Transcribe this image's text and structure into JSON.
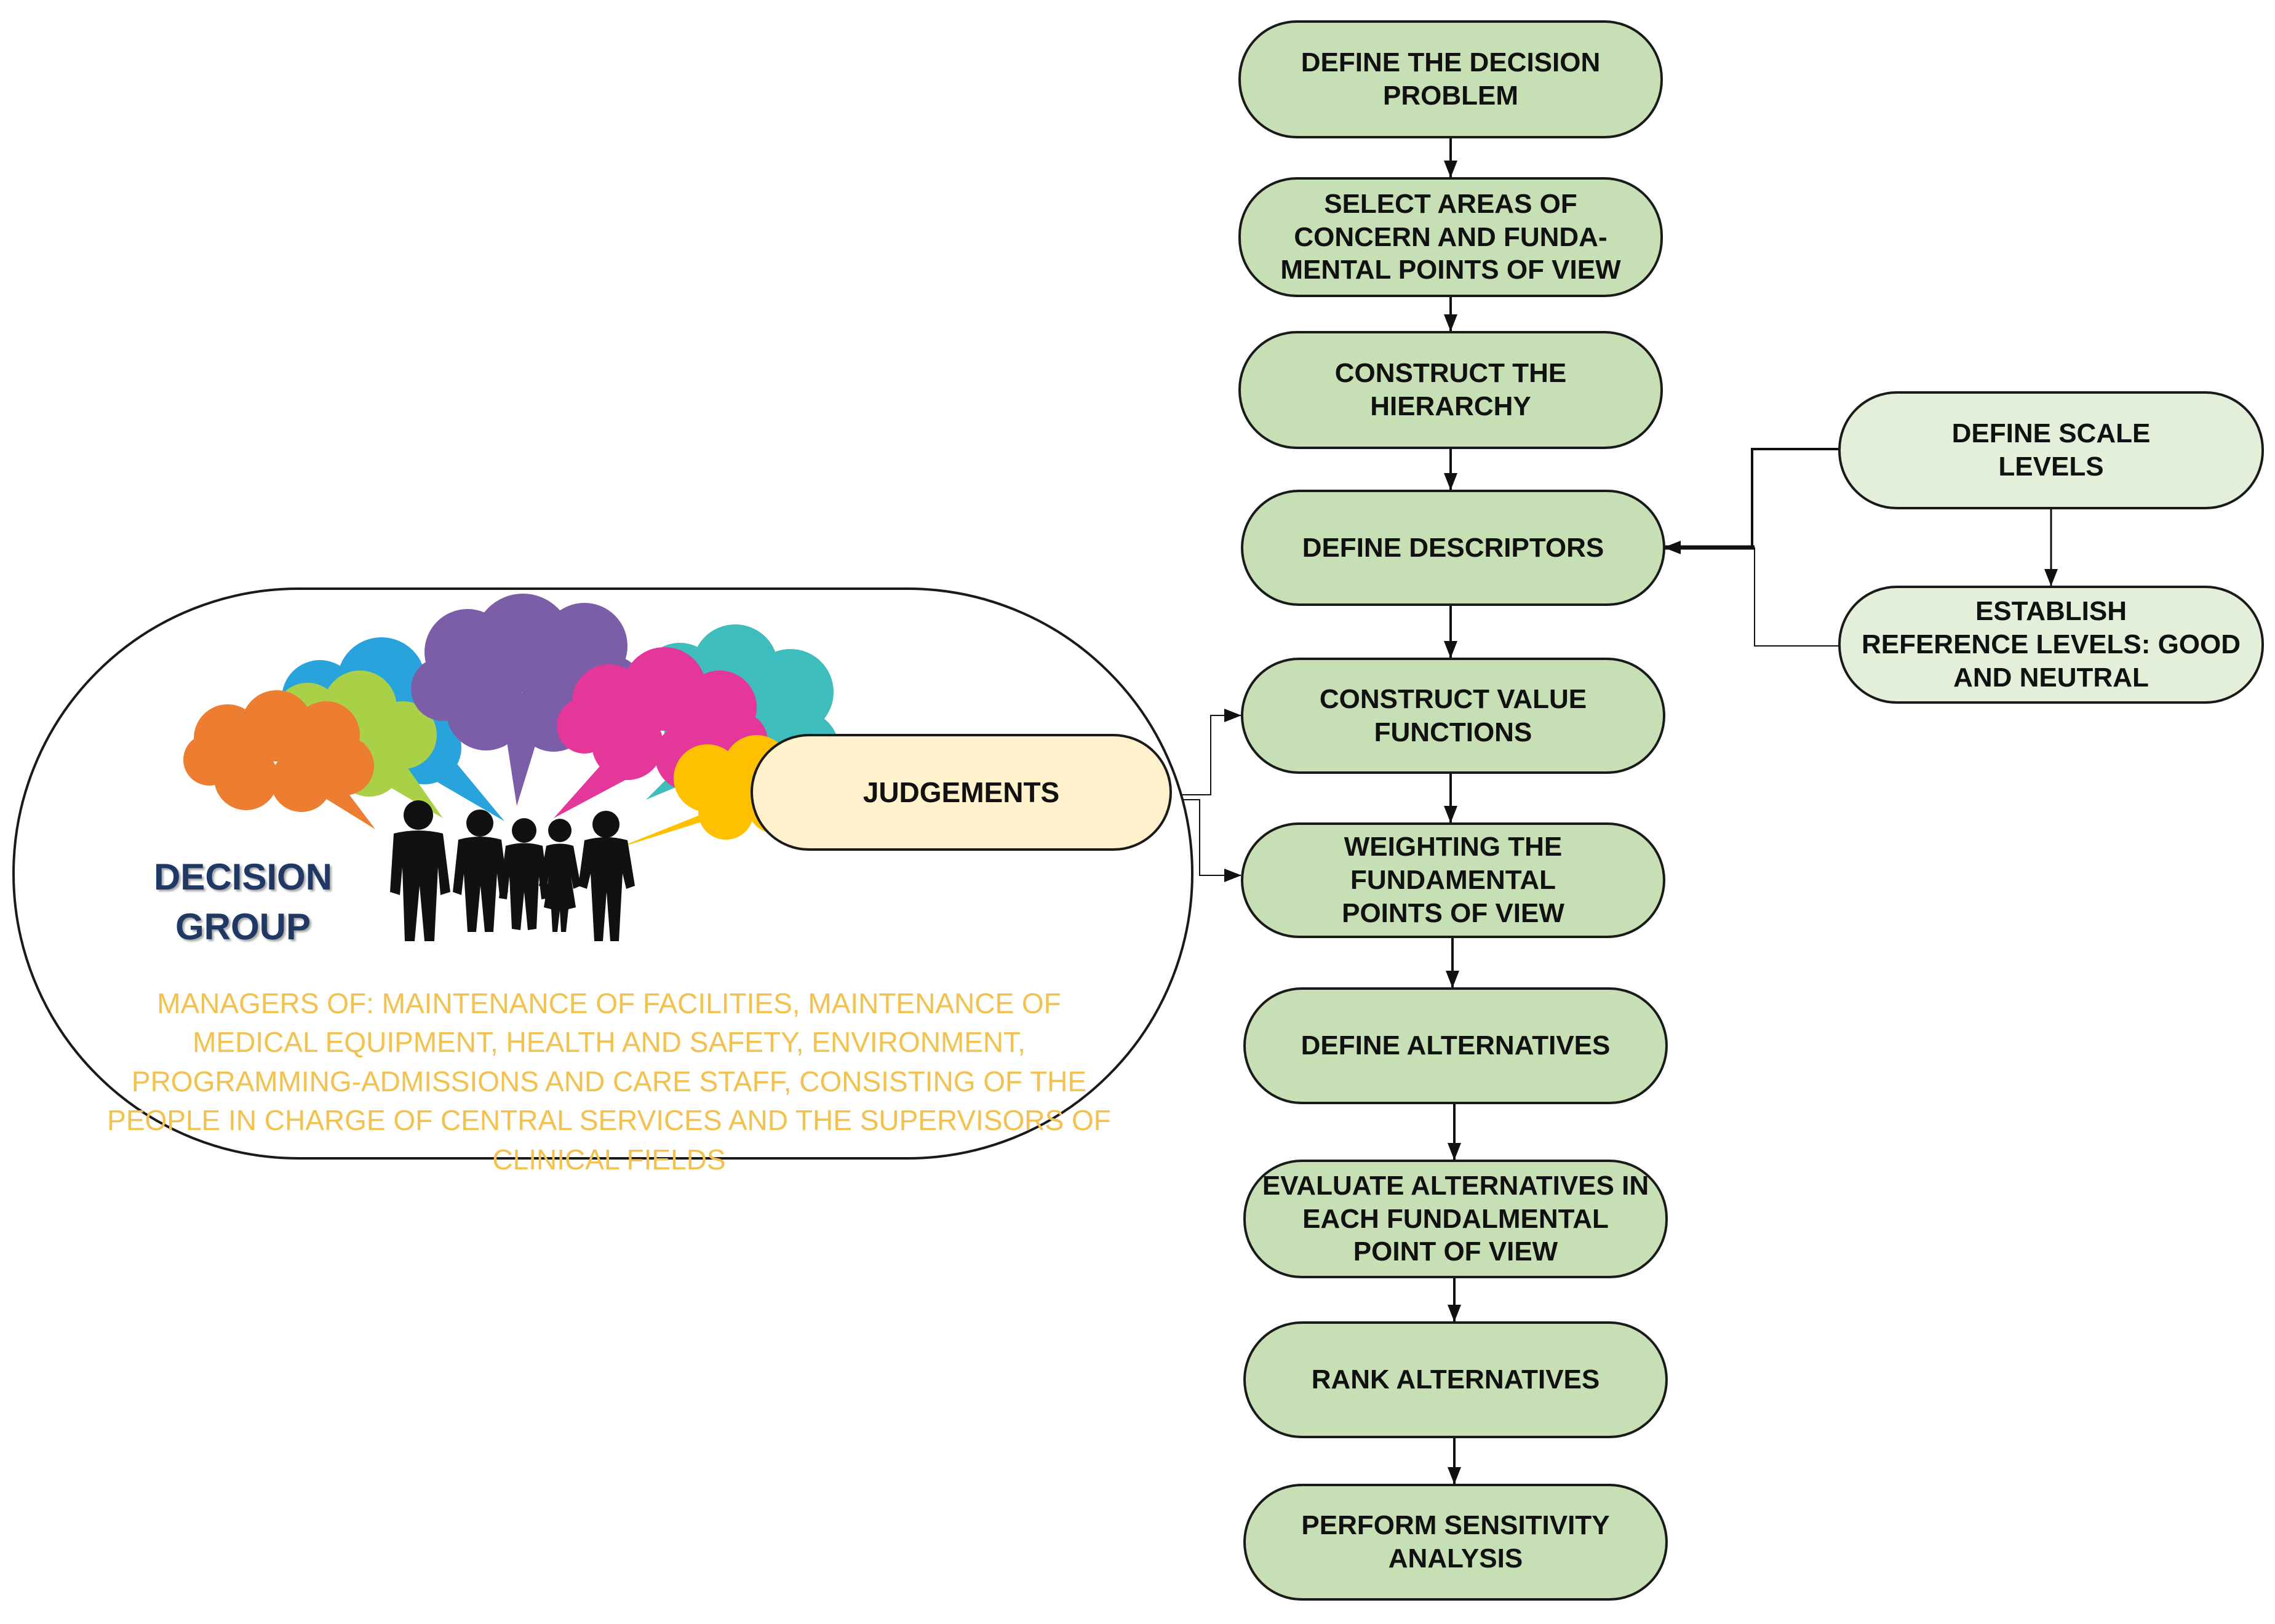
{
  "steps": [
    {
      "label": "DEFINE THE DECISION\nPROBLEM"
    },
    {
      "label": "SELECT AREAS OF\nCONCERN AND FUNDA-\nMENTAL POINTS OF VIEW"
    },
    {
      "label": "CONSTRUCT THE\nHIERARCHY"
    },
    {
      "label": "DEFINE DESCRIPTORS"
    },
    {
      "label": "CONSTRUCT VALUE\nFUNCTIONS"
    },
    {
      "label": "WEIGHTING THE\nFUNDAMENTAL\nPOINTS OF VIEW"
    },
    {
      "label": "DEFINE ALTERNATIVES"
    },
    {
      "label": "EVALUATE ALTERNATIVES IN\nEACH FUNDALMENTAL\nPOINT OF VIEW"
    },
    {
      "label": "RANK ALTERNATIVES"
    },
    {
      "label": "PERFORM SENSITIVITY\nANALYSIS"
    }
  ],
  "side_steps": [
    {
      "label": "DEFINE SCALE\nLEVELS"
    },
    {
      "label": "ESTABLISH\nREFERENCE LEVELS: GOOD\nAND NEUTRAL"
    }
  ],
  "judgements": {
    "label": "JUDGEMENTS"
  },
  "decision_group": {
    "title": "DECISION\nGROUP",
    "members": "MANAGERS OF: MAINTENANCE OF FACILITIES, MAINTENANCE OF MEDICAL EQUIPMENT, HEALTH AND SAFETY, ENVIRONMENT, PROGRAMMING-ADMISSIONS AND CARE STAFF, CONSISTING OF THE PEOPLE IN CHARGE OF CENTRAL SERVICES AND THE SUPERVISORS OF CLINICAL FIELDS"
  },
  "colors": {
    "step_fill": "#c6dfb4",
    "side_fill": "#e3efd9",
    "judgements_fill": "#fff1cc",
    "title_color": "#1f3864",
    "members_color": "#f2c14e",
    "bubble_orange": "#ed7d31",
    "bubble_lime": "#a9d046",
    "bubble_blue": "#29a3dc",
    "bubble_purple": "#7b5ea7",
    "bubble_magenta": "#e5369a",
    "bubble_teal": "#3fbcbc",
    "bubble_yellow": "#ffc000"
  },
  "icons": [
    "speech-bubbles-illustration",
    "people-silhouettes-illustration"
  ]
}
